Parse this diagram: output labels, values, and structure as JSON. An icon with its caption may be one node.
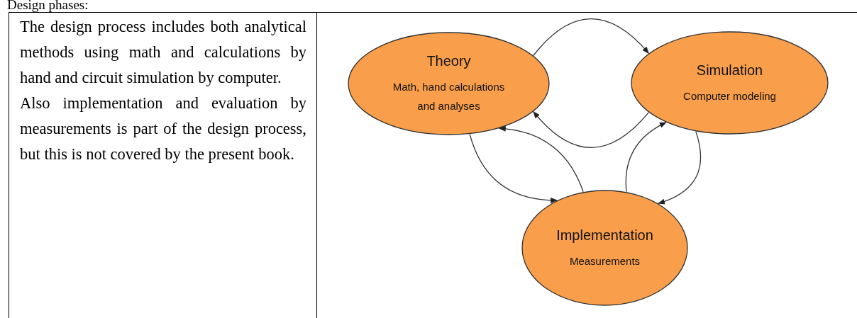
{
  "diagram": {
    "title": "Design phases:",
    "nodes": [
      {
        "text": [
          "Theory",
          "Math, hand calculations and analyses"
        ]
      },
      {
        "text": [
          "Simulation",
          "Computer modeling"
        ]
      },
      {
        "text": [
          "Implementation",
          "Measurements"
        ]
      }
    ],
    "edges": [
      {
        "from": 0,
        "to": 1,
        "arrow": "to"
      },
      {
        "from": 1,
        "to": 0,
        "arrow": "to"
      },
      {
        "from": 0,
        "to": 2,
        "arrow": "to"
      },
      {
        "from": 2,
        "to": 0,
        "arrow": "to"
      },
      {
        "from": 2,
        "to": 1,
        "arrow": "to"
      },
      {
        "from": 1,
        "to": 2,
        "arrow": "to"
      }
    ],
    "labels": [
      "The design process includes both analytical methods using math and calculations by hand and circuit simulation by computer.",
      "Also implementation and evaluation by measurements is part of the design process, but this is not covered by the present book."
    ]
  }
}
